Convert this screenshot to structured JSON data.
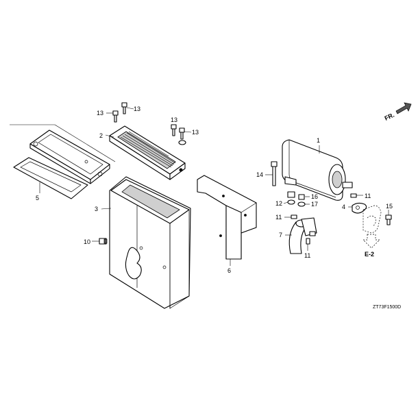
{
  "callouts": {
    "p1": "1",
    "p2": "2",
    "p3": "3",
    "p4": "4",
    "p5": "5",
    "p6": "6",
    "p7": "7",
    "p10": "10",
    "p11a": "11",
    "p11b": "11",
    "p11c": "11",
    "p12": "12",
    "p13a": "13",
    "p13b": "13",
    "p13c": "13",
    "p13d": "13",
    "p14": "14",
    "p15": "15",
    "p16": "16",
    "p17": "17"
  },
  "direction_label": "FR.",
  "reference_label": "E-2",
  "diagram_code": "ZT73F1500D",
  "colors": {
    "ink": "#000000",
    "paper": "#ffffff",
    "shade": "#cfcfcf"
  }
}
